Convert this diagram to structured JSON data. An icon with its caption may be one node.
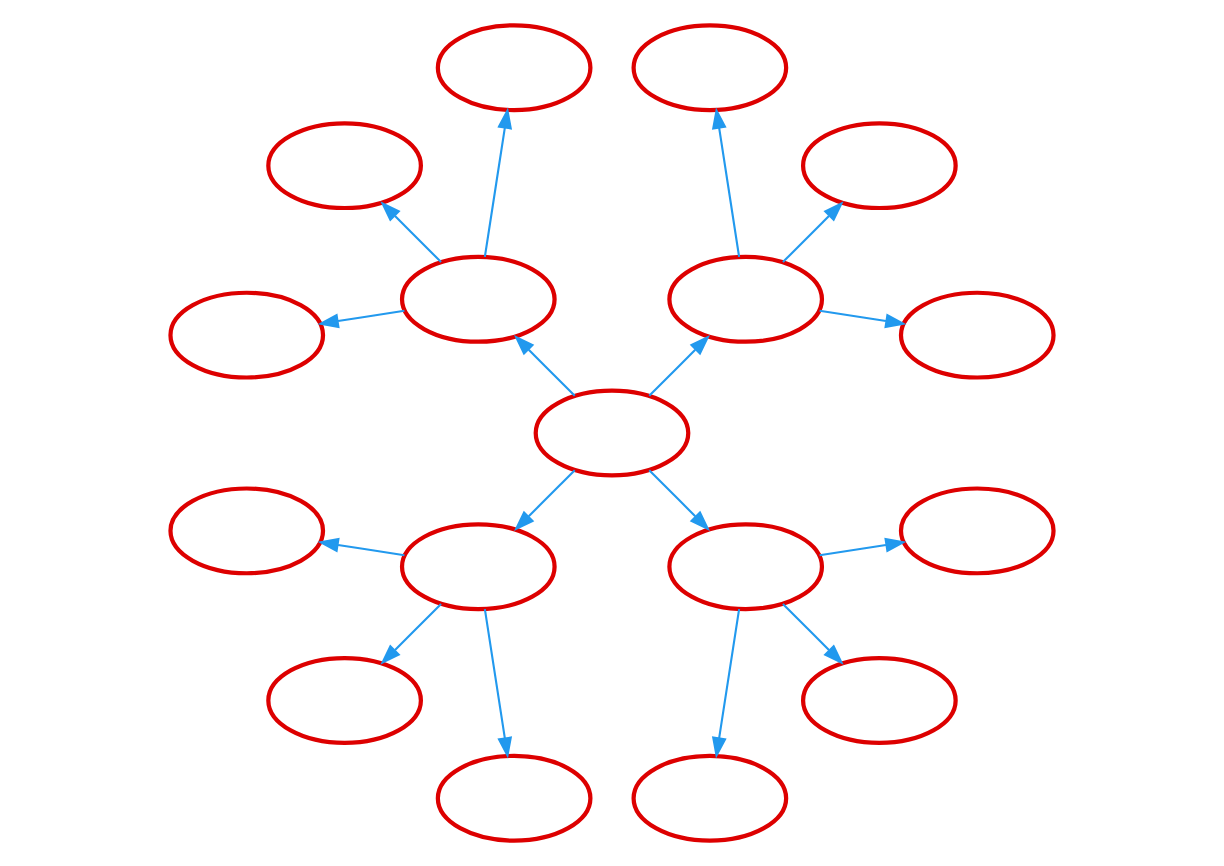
{
  "diagram": {
    "nodes": [
      {
        "text": [],
        "shape": "ellipse"
      },
      {
        "text": [],
        "shape": "ellipse"
      },
      {
        "text": [],
        "shape": "ellipse"
      },
      {
        "text": [],
        "shape": "ellipse"
      },
      {
        "text": [],
        "shape": "ellipse"
      },
      {
        "text": [],
        "shape": "ellipse"
      },
      {
        "text": [],
        "shape": "ellipse"
      },
      {
        "text": [],
        "shape": "ellipse"
      },
      {
        "text": [],
        "shape": "ellipse"
      },
      {
        "text": [],
        "shape": "ellipse"
      },
      {
        "text": [],
        "shape": "ellipse"
      },
      {
        "text": [],
        "shape": "ellipse"
      },
      {
        "text": [],
        "shape": "ellipse"
      },
      {
        "text": [],
        "shape": "ellipse"
      },
      {
        "text": [],
        "shape": "ellipse"
      },
      {
        "text": [],
        "shape": "ellipse"
      },
      {
        "text": [],
        "shape": "ellipse"
      }
    ],
    "edges": [
      {
        "from": 8,
        "to": 4,
        "arrow": "to"
      },
      {
        "from": 8,
        "to": 12,
        "arrow": "to"
      },
      {
        "from": 8,
        "to": 7,
        "arrow": "to"
      },
      {
        "from": 8,
        "to": 9,
        "arrow": "to"
      },
      {
        "from": 4,
        "to": 0,
        "arrow": "to"
      },
      {
        "from": 4,
        "to": 1,
        "arrow": "to"
      },
      {
        "from": 4,
        "to": 2,
        "arrow": "to"
      },
      {
        "from": 7,
        "to": 3,
        "arrow": "to"
      },
      {
        "from": 7,
        "to": 6,
        "arrow": "to"
      },
      {
        "from": 7,
        "to": 11,
        "arrow": "to"
      },
      {
        "from": 9,
        "to": 5,
        "arrow": "to"
      },
      {
        "from": 9,
        "to": 10,
        "arrow": "to"
      },
      {
        "from": 9,
        "to": 13,
        "arrow": "to"
      },
      {
        "from": 12,
        "to": 14,
        "arrow": "to"
      },
      {
        "from": 12,
        "to": 15,
        "arrow": "to"
      },
      {
        "from": 12,
        "to": 16,
        "arrow": "to"
      }
    ]
  }
}
